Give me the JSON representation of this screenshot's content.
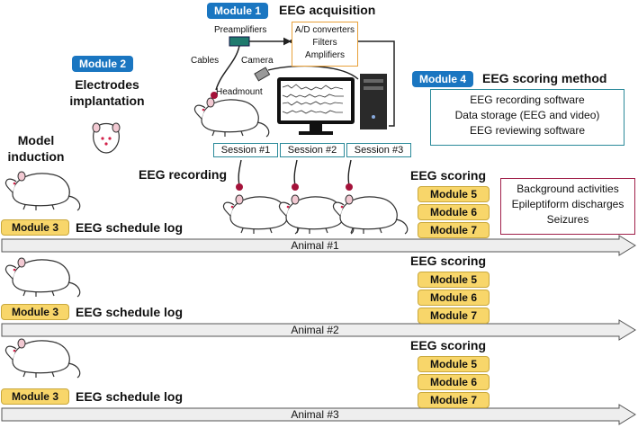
{
  "module1": {
    "badge": "Module 1",
    "title": "EEG acquisition"
  },
  "module2": {
    "badge": "Module 2",
    "title_line1": "Electrodes",
    "title_line2": "implantation"
  },
  "module4": {
    "badge": "Module 4",
    "title": "EEG scoring method"
  },
  "acquisition": {
    "preamplifiers": "Preamplifiers",
    "cables": "Cables",
    "camera": "Camera",
    "headmount": "Headmount",
    "converter_lines": [
      "A/D converters",
      "Filters",
      "Amplifiers"
    ]
  },
  "scoring_method_lines": [
    "EEG recording software",
    "Data storage (EEG and video)",
    "EEG reviewing software"
  ],
  "model_induction": {
    "line1": "Model",
    "line2": "induction"
  },
  "sessions": [
    "Session #1",
    "Session #2",
    "Session #3"
  ],
  "eeg_recording": "EEG recording",
  "eeg_scoring": "EEG scoring",
  "scoring_results_lines": [
    "Background activities",
    "Epileptiform discharges",
    "Seizures"
  ],
  "schedule": {
    "badge": "Module 3",
    "label": "EEG schedule log"
  },
  "modules_scoring": [
    "Module 5",
    "Module 6",
    "Module 7"
  ],
  "animals": [
    "Animal #1",
    "Animal #2",
    "Animal #3"
  ],
  "colors": {
    "blue_badge": "#1a76c1",
    "yellow_module": "#f8d66a",
    "orange_box": "#e8a13a",
    "teal": "#2b8a9a",
    "maroon": "#a0204a",
    "mouse_ear": "#e78fa6"
  }
}
